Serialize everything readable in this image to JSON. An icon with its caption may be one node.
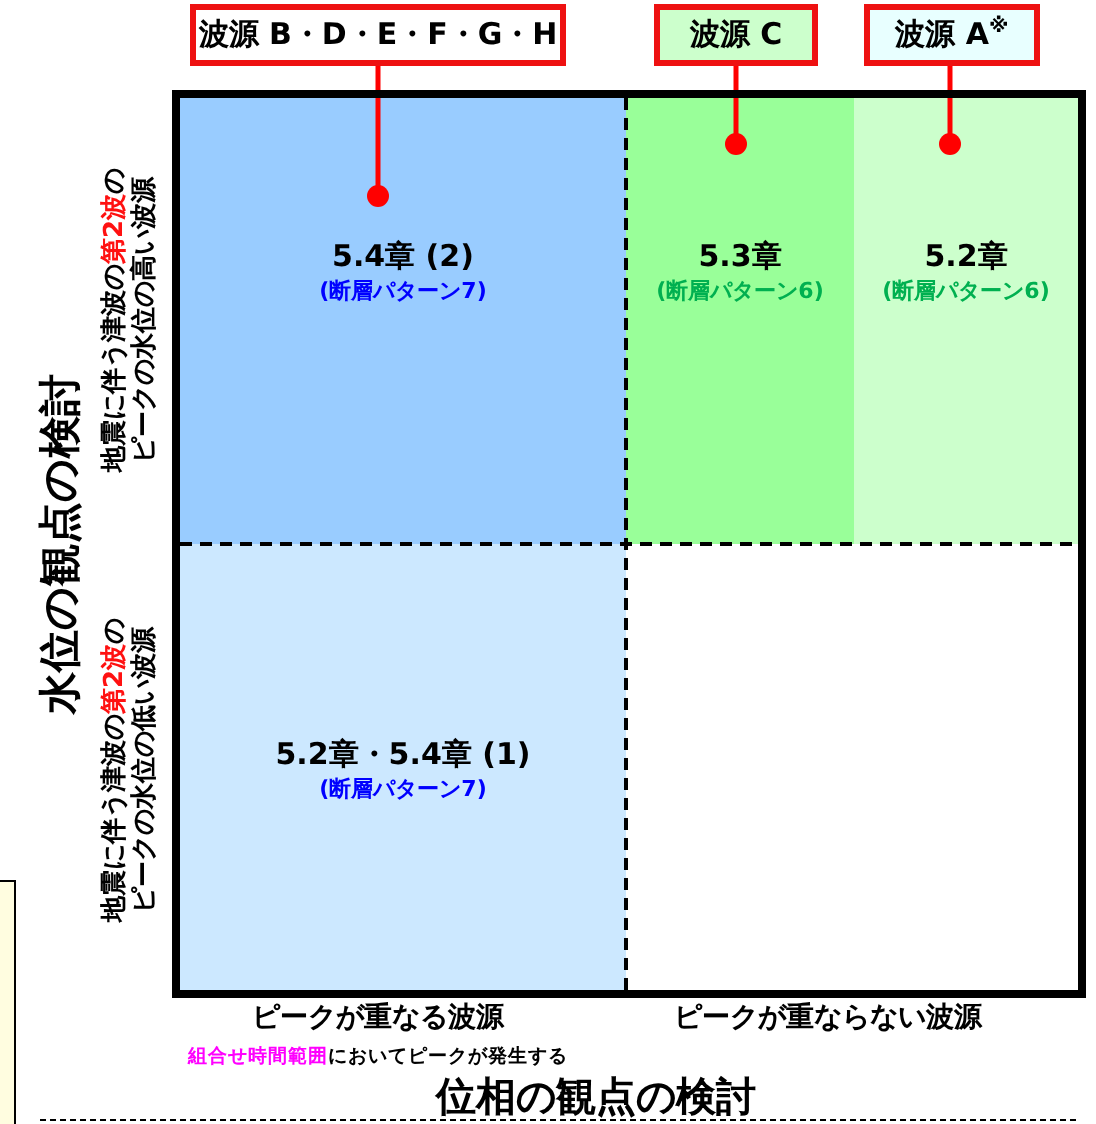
{
  "diagram": {
    "nodes": [
      {
        "text": [
          "波源 B・D・E・F・G・H"
        ]
      },
      {
        "text": [
          "波源 C"
        ]
      },
      {
        "text": [
          "波源 A$^{※}$"
        ]
      },
      {
        "text": [
          "5.4章 (2)",
          "(断層パターン7)"
        ]
      },
      {
        "text": [
          "5.3章",
          "(断層パターン6)"
        ]
      },
      {
        "text": [
          "5.2章",
          "(断層パターン6)"
        ]
      },
      {
        "text": [
          "5.2章・5.4章 (1)",
          "(断層パターン7)"
        ]
      }
    ],
    "edges": [
      {
        "from": 0,
        "to": 3,
        "arrow": "other",
        "color": "#ff0000"
      },
      {
        "from": 1,
        "to": 4,
        "arrow": "other",
        "color": "#ff0000"
      },
      {
        "from": 2,
        "to": 5,
        "arrow": "other",
        "color": "#ff0000"
      }
    ],
    "labels": [
      "水位の観点の検討",
      "地震に伴う津波の**第2波**のピークの水位の高い波源",
      "地震に伴う津波の**第2波**のピークの水位の低い波源",
      "ピークが重なる波源",
      "ピークが重ならない波源",
      "**組合せ時間範囲**においてピークが発生する",
      "位相の観点の検討"
    ]
  }
}
